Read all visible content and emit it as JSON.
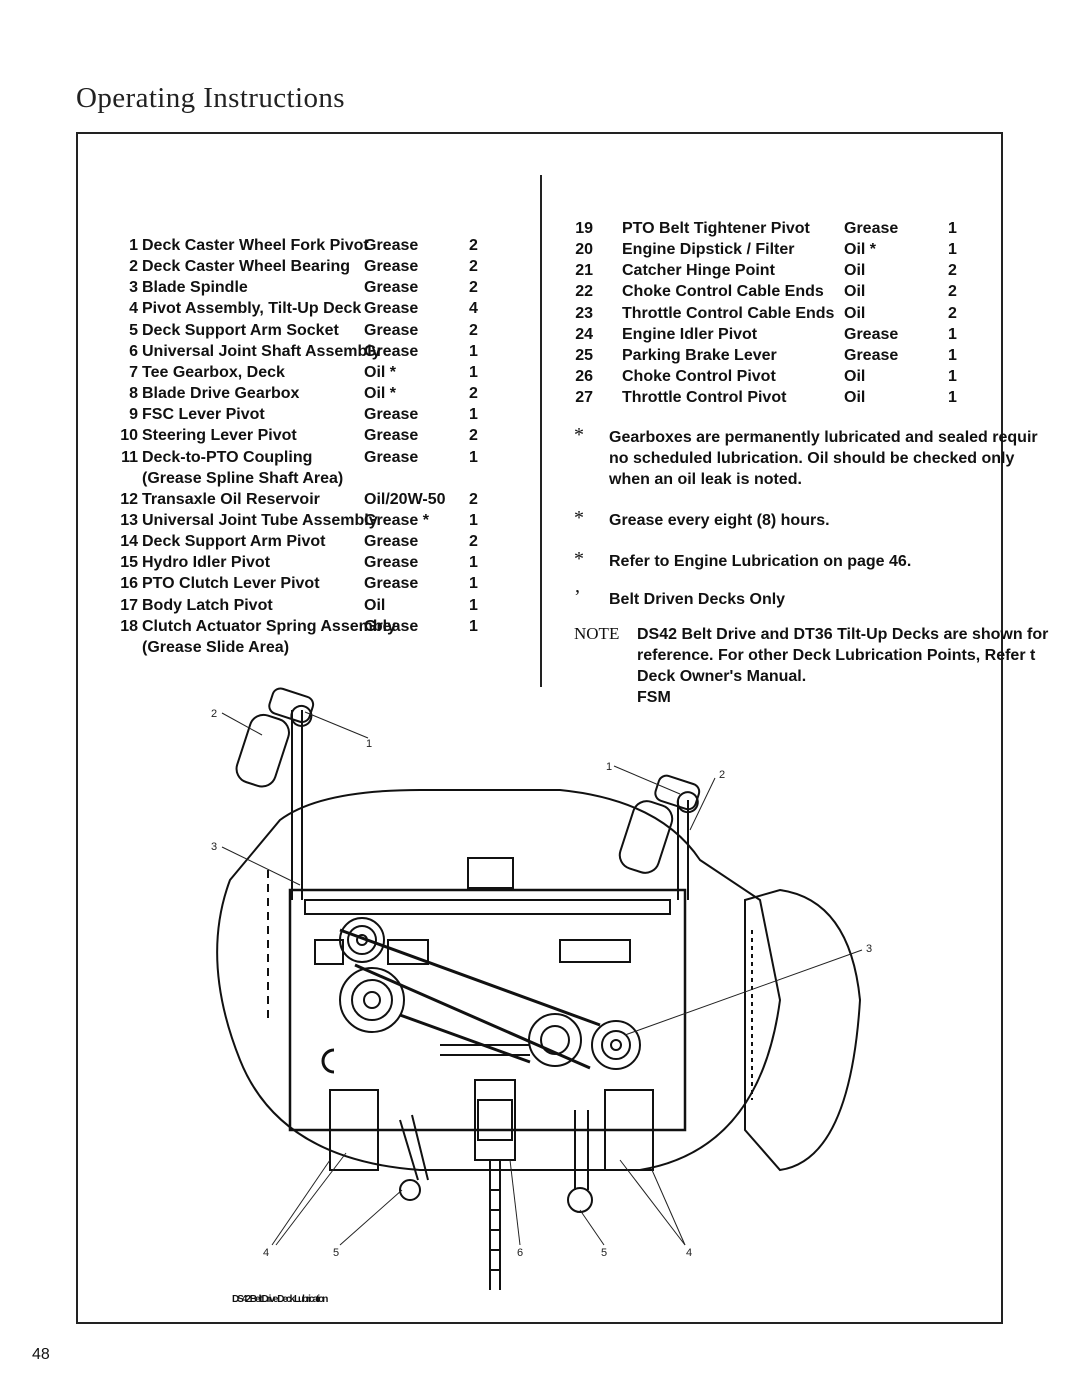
{
  "header": {
    "title": "Operating Instructions"
  },
  "left_rows": [
    {
      "num": "1",
      "item": "Deck Caster Wheel Fork Pivot",
      "lube": "Grease",
      "qty": "2"
    },
    {
      "num": "2",
      "item": "Deck Caster Wheel Bearing",
      "lube": "Grease",
      "qty": "2"
    },
    {
      "num": "3",
      "item": "Blade Spindle",
      "lube": "Grease",
      "qty": "2"
    },
    {
      "num": "4",
      "item": "Pivot Assembly, Tilt-Up Deck",
      "lube": "Grease",
      "qty": "4"
    },
    {
      "num": "5",
      "item": "Deck Support Arm Socket",
      "lube": "Grease",
      "qty": "2"
    },
    {
      "num": "6",
      "item": "Universal Joint Shaft Assembly",
      "lube": "Grease",
      "qty": "1"
    },
    {
      "num": "7",
      "item": "Tee Gearbox, Deck",
      "lube": "Oil *",
      "qty": "1"
    },
    {
      "num": "8",
      "item": "Blade Drive Gearbox",
      "lube": "Oil *",
      "qty": "2"
    },
    {
      "num": "9",
      "item": "FSC Lever Pivot",
      "lube": "Grease",
      "qty": "1"
    },
    {
      "num": "10",
      "item": "Steering Lever Pivot",
      "lube": "Grease",
      "qty": "2"
    },
    {
      "num": "11",
      "item": "Deck-to-PTO Coupling",
      "lube": "Grease",
      "qty": "1"
    },
    {
      "num": "",
      "item": "(Grease Spline Shaft Area)",
      "lube": "",
      "qty": ""
    },
    {
      "num": "12",
      "item": "Transaxle Oil Reservoir",
      "lube": "Oil/20W-50",
      "qty": "2"
    },
    {
      "num": "13",
      "item": "Universal Joint Tube Assembly",
      "lube": "Grease *",
      "qty": "1"
    },
    {
      "num": "14",
      "item": "Deck Support Arm Pivot",
      "lube": "Grease",
      "qty": "2"
    },
    {
      "num": "15",
      "item": "Hydro Idler Pivot",
      "lube": "Grease",
      "qty": "1"
    },
    {
      "num": "16",
      "item": "PTO Clutch Lever Pivot",
      "lube": "Grease",
      "qty": "1"
    },
    {
      "num": "17",
      "item": "Body Latch Pivot",
      "lube": "Oil",
      "qty": "1"
    },
    {
      "num": "18",
      "item": "Clutch Actuator Spring Assembly",
      "lube": "Grease",
      "qty": "1"
    },
    {
      "num": "",
      "item": "(Grease Slide Area)",
      "lube": "",
      "qty": ""
    }
  ],
  "right_rows": [
    {
      "num": "19",
      "item": "PTO Belt Tightener Pivot",
      "lube": "Grease",
      "qty": "1"
    },
    {
      "num": "20",
      "item": "Engine Dipstick / Filter",
      "lube": "Oil *",
      "qty": "1"
    },
    {
      "num": "21",
      "item": "Catcher Hinge Point",
      "lube": "Oil",
      "qty": "2"
    },
    {
      "num": "22",
      "item": "Choke Control Cable Ends",
      "lube": "Oil",
      "qty": "2"
    },
    {
      "num": "23",
      "item": "Throttle Control Cable Ends",
      "lube": "Oil",
      "qty": "2"
    },
    {
      "num": "24",
      "item": "Engine Idler Pivot",
      "lube": "Grease",
      "qty": "1"
    },
    {
      "num": "25",
      "item": "Parking Brake Lever",
      "lube": "Grease",
      "qty": "1"
    },
    {
      "num": "26",
      "item": "Choke Control Pivot",
      "lube": "Oil",
      "qty": "1"
    },
    {
      "num": "27",
      "item": "Throttle Control Pivot",
      "lube": "Oil",
      "qty": "1"
    }
  ],
  "notes": [
    {
      "mark": "*",
      "lines": [
        "Gearboxes are permanently lubricated and sealed requir",
        "no scheduled lubrication.  Oil should be checked only",
        "when an oil leak is noted."
      ]
    },
    {
      "mark": "*",
      "lines": [
        "Grease every eight (8) hours."
      ]
    },
    {
      "mark": "*",
      "lines": [
        "Refer to Engine Lubrication on page 46."
      ]
    },
    {
      "mark": "’",
      "lines": [
        "Belt Driven Decks Only"
      ]
    }
  ],
  "note_block": {
    "label": "NOTE",
    "lines": [
      "DS42 Belt Drive and DT36 Tilt-Up Decks are shown for",
      "reference.  For other Deck Lubrication Points, Refer t",
      "Deck Owner's Manual.",
      "FSM"
    ]
  },
  "callouts": {
    "top_left_a": "2",
    "top_left_b": "1",
    "left_3": "3",
    "top_right_a": "1",
    "top_right_b": "2",
    "right_3": "3",
    "bottom_1": "4",
    "bottom_2": "5",
    "bottom_3": "6",
    "bottom_4": "5",
    "bottom_5": "4"
  },
  "caption": "DS42 Belt Drive Deck Lubrication",
  "page_number": "48"
}
